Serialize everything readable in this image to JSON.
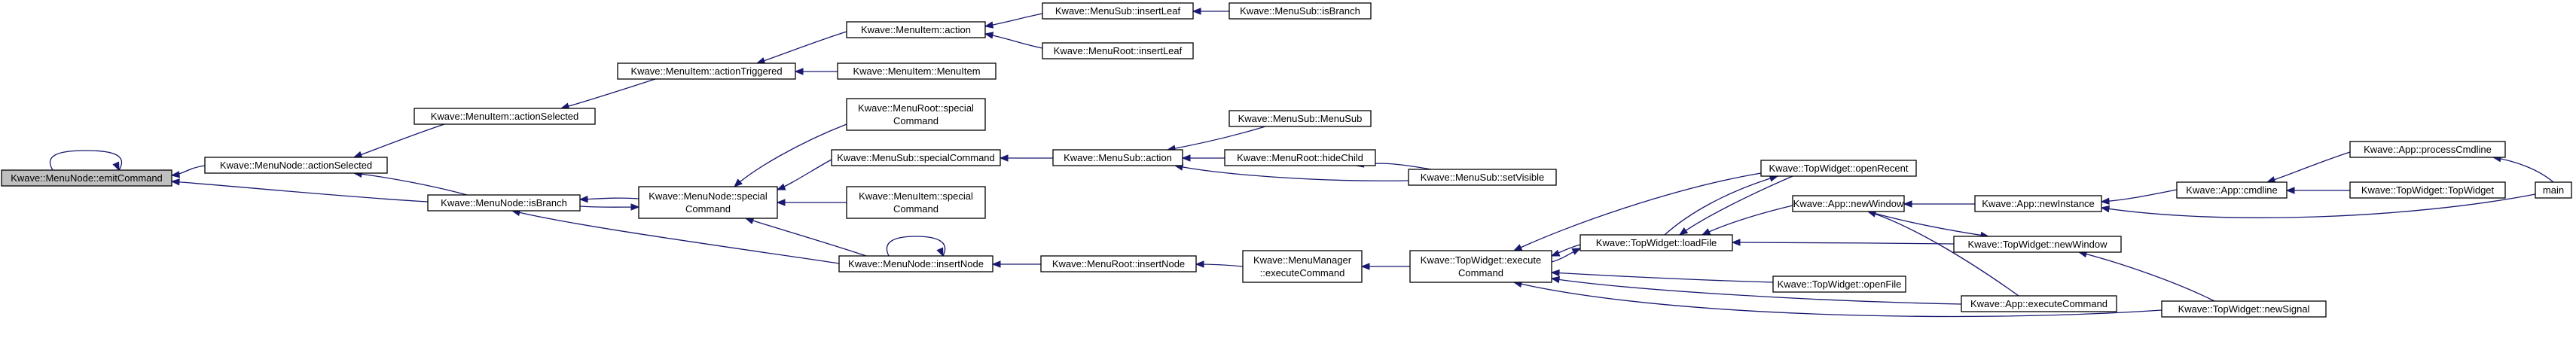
{
  "graph": {
    "nodes": [
      {
        "id": "emitCommand",
        "lines": [
          "Kwave::MenuNode::emitCommand"
        ],
        "root": true
      },
      {
        "id": "actionSelected",
        "lines": [
          "Kwave::MenuNode::actionSelected"
        ]
      },
      {
        "id": "isBranch",
        "lines": [
          "Kwave::MenuNode::isBranch"
        ]
      },
      {
        "id": "mi_actionSelected",
        "lines": [
          "Kwave::MenuItem::actionSelected"
        ]
      },
      {
        "id": "mi_actionTriggered",
        "lines": [
          "Kwave::MenuItem::actionTriggered"
        ]
      },
      {
        "id": "mi_action",
        "lines": [
          "Kwave::MenuItem::action"
        ]
      },
      {
        "id": "mi_MenuItem",
        "lines": [
          "Kwave::MenuItem::MenuItem"
        ]
      },
      {
        "id": "ms_insertLeaf",
        "lines": [
          "Kwave::MenuSub::insertLeaf"
        ]
      },
      {
        "id": "mr_insertLeaf",
        "lines": [
          "Kwave::MenuRoot::insertLeaf"
        ]
      },
      {
        "id": "ms_isBranch",
        "lines": [
          "Kwave::MenuSub::isBranch"
        ]
      },
      {
        "id": "mn_special",
        "lines": [
          "Kwave::MenuNode::special",
          "Command"
        ]
      },
      {
        "id": "mr_special",
        "lines": [
          "Kwave::MenuRoot::special",
          "Command"
        ]
      },
      {
        "id": "ms_specialCommand",
        "lines": [
          "Kwave::MenuSub::specialCommand"
        ]
      },
      {
        "id": "mi_special",
        "lines": [
          "Kwave::MenuItem::special",
          "Command"
        ]
      },
      {
        "id": "mn_insertNode",
        "lines": [
          "Kwave::MenuNode::insertNode"
        ]
      },
      {
        "id": "ms_action",
        "lines": [
          "Kwave::MenuSub::action"
        ]
      },
      {
        "id": "ms_MenuSub",
        "lines": [
          "Kwave::MenuSub::MenuSub"
        ]
      },
      {
        "id": "mr_hideChild",
        "lines": [
          "Kwave::MenuRoot::hideChild"
        ]
      },
      {
        "id": "ms_setVisible",
        "lines": [
          "Kwave::MenuSub::setVisible"
        ]
      },
      {
        "id": "mr_insertNode",
        "lines": [
          "Kwave::MenuRoot::insertNode"
        ]
      },
      {
        "id": "mm_executeCommand",
        "lines": [
          "Kwave::MenuManager",
          "::executeCommand"
        ]
      },
      {
        "id": "tw_executeCommand",
        "lines": [
          "Kwave::TopWidget::execute",
          "Command"
        ]
      },
      {
        "id": "tw_loadFile",
        "lines": [
          "Kwave::TopWidget::loadFile"
        ]
      },
      {
        "id": "tw_openRecent",
        "lines": [
          "Kwave::TopWidget::openRecent"
        ]
      },
      {
        "id": "tw_openFile",
        "lines": [
          "Kwave::TopWidget::openFile"
        ]
      },
      {
        "id": "app_newWindow",
        "lines": [
          "Kwave::App::newWindow"
        ]
      },
      {
        "id": "app_executeCommand",
        "lines": [
          "Kwave::App::executeCommand"
        ]
      },
      {
        "id": "app_newInstance",
        "lines": [
          "Kwave::App::newInstance"
        ]
      },
      {
        "id": "tw_newWindow",
        "lines": [
          "Kwave::TopWidget::newWindow"
        ]
      },
      {
        "id": "tw_newSignal",
        "lines": [
          "Kwave::TopWidget::newSignal"
        ]
      },
      {
        "id": "app_cmdline",
        "lines": [
          "Kwave::App::cmdline"
        ]
      },
      {
        "id": "app_processCmdline",
        "lines": [
          "Kwave::App::processCmdline"
        ]
      },
      {
        "id": "tw_TopWidget",
        "lines": [
          "Kwave::TopWidget::TopWidget"
        ]
      },
      {
        "id": "main",
        "lines": [
          "main"
        ]
      }
    ],
    "edges": [
      {
        "from": "emitCommand",
        "to": "emitCommand"
      },
      {
        "from": "actionSelected",
        "to": "emitCommand"
      },
      {
        "from": "isBranch",
        "to": "emitCommand"
      },
      {
        "from": "mi_actionSelected",
        "to": "actionSelected"
      },
      {
        "from": "isBranch",
        "to": "actionSelected"
      },
      {
        "from": "mn_special",
        "to": "isBranch"
      },
      {
        "from": "mn_insertNode",
        "to": "isBranch"
      },
      {
        "from": "mi_actionTriggered",
        "to": "mi_actionSelected"
      },
      {
        "from": "mi_action",
        "to": "mi_actionTriggered"
      },
      {
        "from": "mi_MenuItem",
        "to": "mi_actionTriggered"
      },
      {
        "from": "ms_insertLeaf",
        "to": "mi_action"
      },
      {
        "from": "mr_insertLeaf",
        "to": "mi_action"
      },
      {
        "from": "ms_isBranch",
        "to": "ms_insertLeaf"
      },
      {
        "from": "mr_special",
        "to": "mn_special"
      },
      {
        "from": "ms_specialCommand",
        "to": "mn_special"
      },
      {
        "from": "mi_special",
        "to": "mn_special"
      },
      {
        "from": "mn_insertNode",
        "to": "mn_special"
      },
      {
        "from": "isBranch",
        "to": "mn_special"
      },
      {
        "from": "ms_action",
        "to": "ms_specialCommand"
      },
      {
        "from": "ms_MenuSub",
        "to": "ms_action"
      },
      {
        "from": "mr_hideChild",
        "to": "ms_action"
      },
      {
        "from": "ms_setVisible",
        "to": "ms_action"
      },
      {
        "from": "ms_setVisible",
        "to": "mr_hideChild"
      },
      {
        "from": "mn_insertNode",
        "to": "mn_insertNode"
      },
      {
        "from": "mr_insertNode",
        "to": "mn_insertNode"
      },
      {
        "from": "mm_executeCommand",
        "to": "mr_insertNode"
      },
      {
        "from": "tw_executeCommand",
        "to": "mm_executeCommand"
      },
      {
        "from": "tw_loadFile",
        "to": "tw_executeCommand"
      },
      {
        "from": "tw_openRecent",
        "to": "tw_executeCommand"
      },
      {
        "from": "tw_openFile",
        "to": "tw_executeCommand"
      },
      {
        "from": "app_executeCommand",
        "to": "tw_executeCommand"
      },
      {
        "from": "tw_newSignal",
        "to": "tw_executeCommand"
      },
      {
        "from": "tw_executeCommand",
        "to": "tw_loadFile"
      },
      {
        "from": "tw_openRecent",
        "to": "tw_loadFile"
      },
      {
        "from": "app_newWindow",
        "to": "tw_loadFile"
      },
      {
        "from": "tw_newWindow",
        "to": "tw_loadFile"
      },
      {
        "from": "tw_loadFile",
        "to": "tw_openRecent"
      },
      {
        "from": "app_newInstance",
        "to": "app_newWindow"
      },
      {
        "from": "app_executeCommand",
        "to": "app_newWindow"
      },
      {
        "from": "app_newWindow",
        "to": "tw_newWindow"
      },
      {
        "from": "tw_newSignal",
        "to": "tw_newWindow"
      },
      {
        "from": "app_cmdline",
        "to": "app_newInstance"
      },
      {
        "from": "main",
        "to": "app_newInstance"
      },
      {
        "from": "app_processCmdline",
        "to": "app_cmdline"
      },
      {
        "from": "tw_TopWidget",
        "to": "app_cmdline"
      },
      {
        "from": "main",
        "to": "app_processCmdline"
      }
    ]
  }
}
